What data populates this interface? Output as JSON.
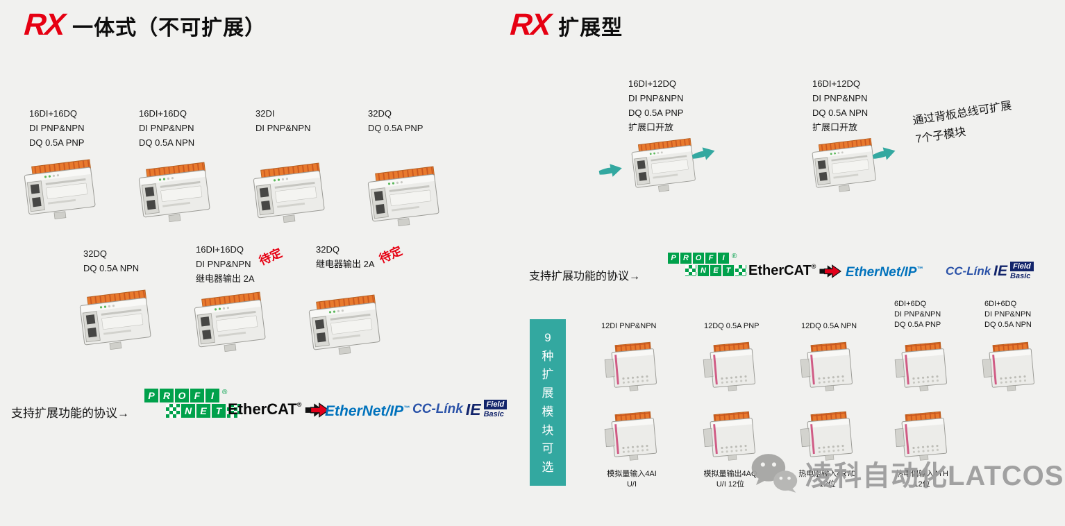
{
  "colors": {
    "bg": "#f1f1ef",
    "red": "#e60012",
    "teal": "#33a8a0",
    "pn-green": "#00a14b",
    "ec-red": "#e2001a",
    "enip-blue": "#0072bc",
    "ccl-blue": "#2a52a8",
    "ccl-dark": "#13256b",
    "wm-gray": "#9d9d9d"
  },
  "left": {
    "brand": "RX",
    "title": "一体式（不可扩展）",
    "protocol_label": "支持扩展功能的协议→",
    "row1": [
      {
        "lines": [
          "16DI+16DQ",
          "DI PNP&NPN",
          "DQ 0.5A PNP"
        ]
      },
      {
        "lines": [
          "16DI+16DQ",
          "DI PNP&NPN",
          "DQ 0.5A NPN"
        ]
      },
      {
        "lines": [
          "32DI",
          "DI PNP&NPN"
        ]
      },
      {
        "lines": [
          "32DQ",
          "DQ 0.5A PNP"
        ]
      }
    ],
    "row2": [
      {
        "lines": [
          "32DQ",
          "DQ 0.5A NPN"
        ]
      },
      {
        "lines": [
          "16DI+16DQ",
          "DI PNP&NPN",
          "继电器输出 2A"
        ],
        "badge": "待定"
      },
      {
        "lines": [
          "32DQ",
          "继电器输出 2A"
        ],
        "badge": "待定"
      }
    ]
  },
  "right": {
    "brand": "RX",
    "title": "扩展型",
    "protocol_label": "支持扩展功能的协议→",
    "cpus": [
      {
        "lines": [
          "16DI+12DQ",
          "DI PNP&NPN",
          "DQ 0.5A PNP",
          "扩展口开放"
        ]
      },
      {
        "lines": [
          "16DI+12DQ",
          "DI PNP&NPN",
          "DQ 0.5A NPN",
          "扩展口开放"
        ]
      }
    ],
    "note": [
      "通过背板总线可扩展",
      "7个子模块"
    ],
    "banner": [
      "9",
      "种",
      "扩",
      "展",
      "模",
      "块",
      "可",
      "选"
    ],
    "modules_row1": [
      {
        "lines": [
          "12DI PNP&NPN"
        ]
      },
      {
        "lines": [
          "12DQ 0.5A PNP"
        ]
      },
      {
        "lines": [
          "12DQ 0.5A NPN"
        ]
      },
      {
        "lines": [
          "6DI+6DQ",
          "DI PNP&NPN",
          "DQ 0.5A PNP"
        ]
      },
      {
        "lines": [
          "6DI+6DQ",
          "DI PNP&NPN",
          "DQ 0.5A NPN"
        ]
      }
    ],
    "modules_row2": [
      {
        "lines": [
          "模拟量输入4AI",
          "U/I"
        ]
      },
      {
        "lines": [
          "模拟量输出4AQ",
          "U/I 12位"
        ]
      },
      {
        "lines": [
          "热电阻输入4RTD",
          "12位"
        ]
      },
      {
        "lines": [
          "热电偶输入4TH",
          "12位"
        ]
      }
    ]
  },
  "logos": {
    "profinet": {
      "top": [
        "P",
        "R",
        "O",
        "F",
        "I"
      ],
      "bottom": [
        "N",
        "E",
        "T"
      ],
      "reg": "®"
    },
    "ethercat": {
      "text": "EtherCAT",
      "reg": "®"
    },
    "ethernetip": {
      "text": "EtherNet/IP",
      "tm": "™"
    },
    "cclink": {
      "name": "CC-Línk",
      "ie": "IE",
      "field": "Field",
      "basic": "Basic"
    }
  },
  "watermark": {
    "text": "凌科自动化LATCOS"
  }
}
